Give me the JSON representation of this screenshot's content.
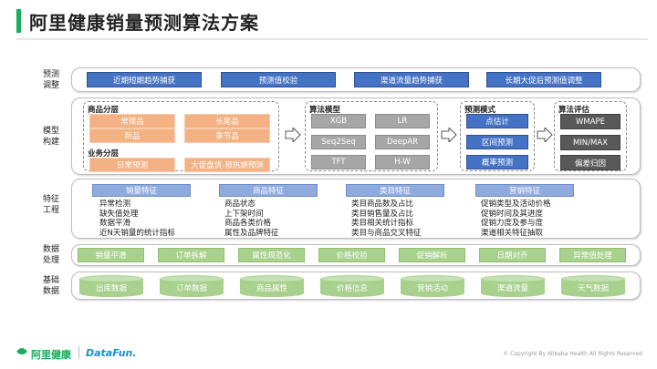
{
  "title": "阿里健康销量预测算法方案",
  "layers": {
    "adjust": {
      "label": "预测\n调整",
      "items": [
        "近期短期趋势捕获",
        "预测值校验",
        "渠道流量趋势捕获",
        "长期大促后预测值调整"
      ]
    },
    "model": {
      "label": "模型\n构建",
      "product_group": {
        "title": "商品分层",
        "items": [
          "常规品",
          "长尾品",
          "新品",
          "季节品"
        ]
      },
      "business_group": {
        "title": "业务分层",
        "items": [
          "日常预测",
          "大促盘货-预热期预测"
        ]
      },
      "algorithm": {
        "title": "算法模型",
        "items": [
          "XGB",
          "LR",
          "Seq2Seq",
          "DeepAR",
          "TFT",
          "H-W"
        ]
      },
      "mode": {
        "title": "预测模式",
        "items": [
          "点估计",
          "区间预测",
          "概率预测"
        ]
      },
      "evaluation": {
        "title": "算法评估",
        "items": [
          "WMAPE",
          "MIN/MAX",
          "偏差归因"
        ]
      }
    },
    "feature": {
      "label": "特征\n工程",
      "groups": [
        {
          "title": "销量特征",
          "lines": [
            "异常检测",
            "缺失值处理",
            "数据平滑",
            "近N天销量的统计指标"
          ]
        },
        {
          "title": "商品特征",
          "lines": [
            "商品状态",
            "上下架时间",
            "商品各类价格",
            "属性及品牌特征"
          ]
        },
        {
          "title": "类目特征",
          "lines": [
            "类目商品数及占比",
            "类目销售量及占比",
            "类目相关统计指标",
            "类目与商品交叉特征"
          ]
        },
        {
          "title": "营销特征",
          "lines": [
            "促销类型及活动价格",
            "促销时间及其进度",
            "促销力度及参与度",
            "渠道相关特征抽取"
          ]
        }
      ]
    },
    "processing": {
      "label": "数据\n处理",
      "items": [
        "销量平滑",
        "订单拆解",
        "属性规范化",
        "价格校验",
        "促销解析",
        "日期对齐",
        "异常值处理"
      ]
    },
    "base": {
      "label": "基础\n数据",
      "items": [
        "出库数据",
        "订单数据",
        "商品属性",
        "价格信息",
        "营销活动",
        "渠道流量",
        "天气数据"
      ]
    }
  },
  "footer": {
    "brand_left": "阿里健康",
    "brand_right": "DataFun.",
    "copyright": "© Copyright By Alibaba Health All Rights Reserved"
  },
  "colors": {
    "accent": "#1aad5c",
    "blue": "#4472c4",
    "orange": "#f4b183",
    "gray": "#a6a6a6",
    "dark": "#595959",
    "feature_head": "#8faadc",
    "green": "#a9d18e"
  }
}
